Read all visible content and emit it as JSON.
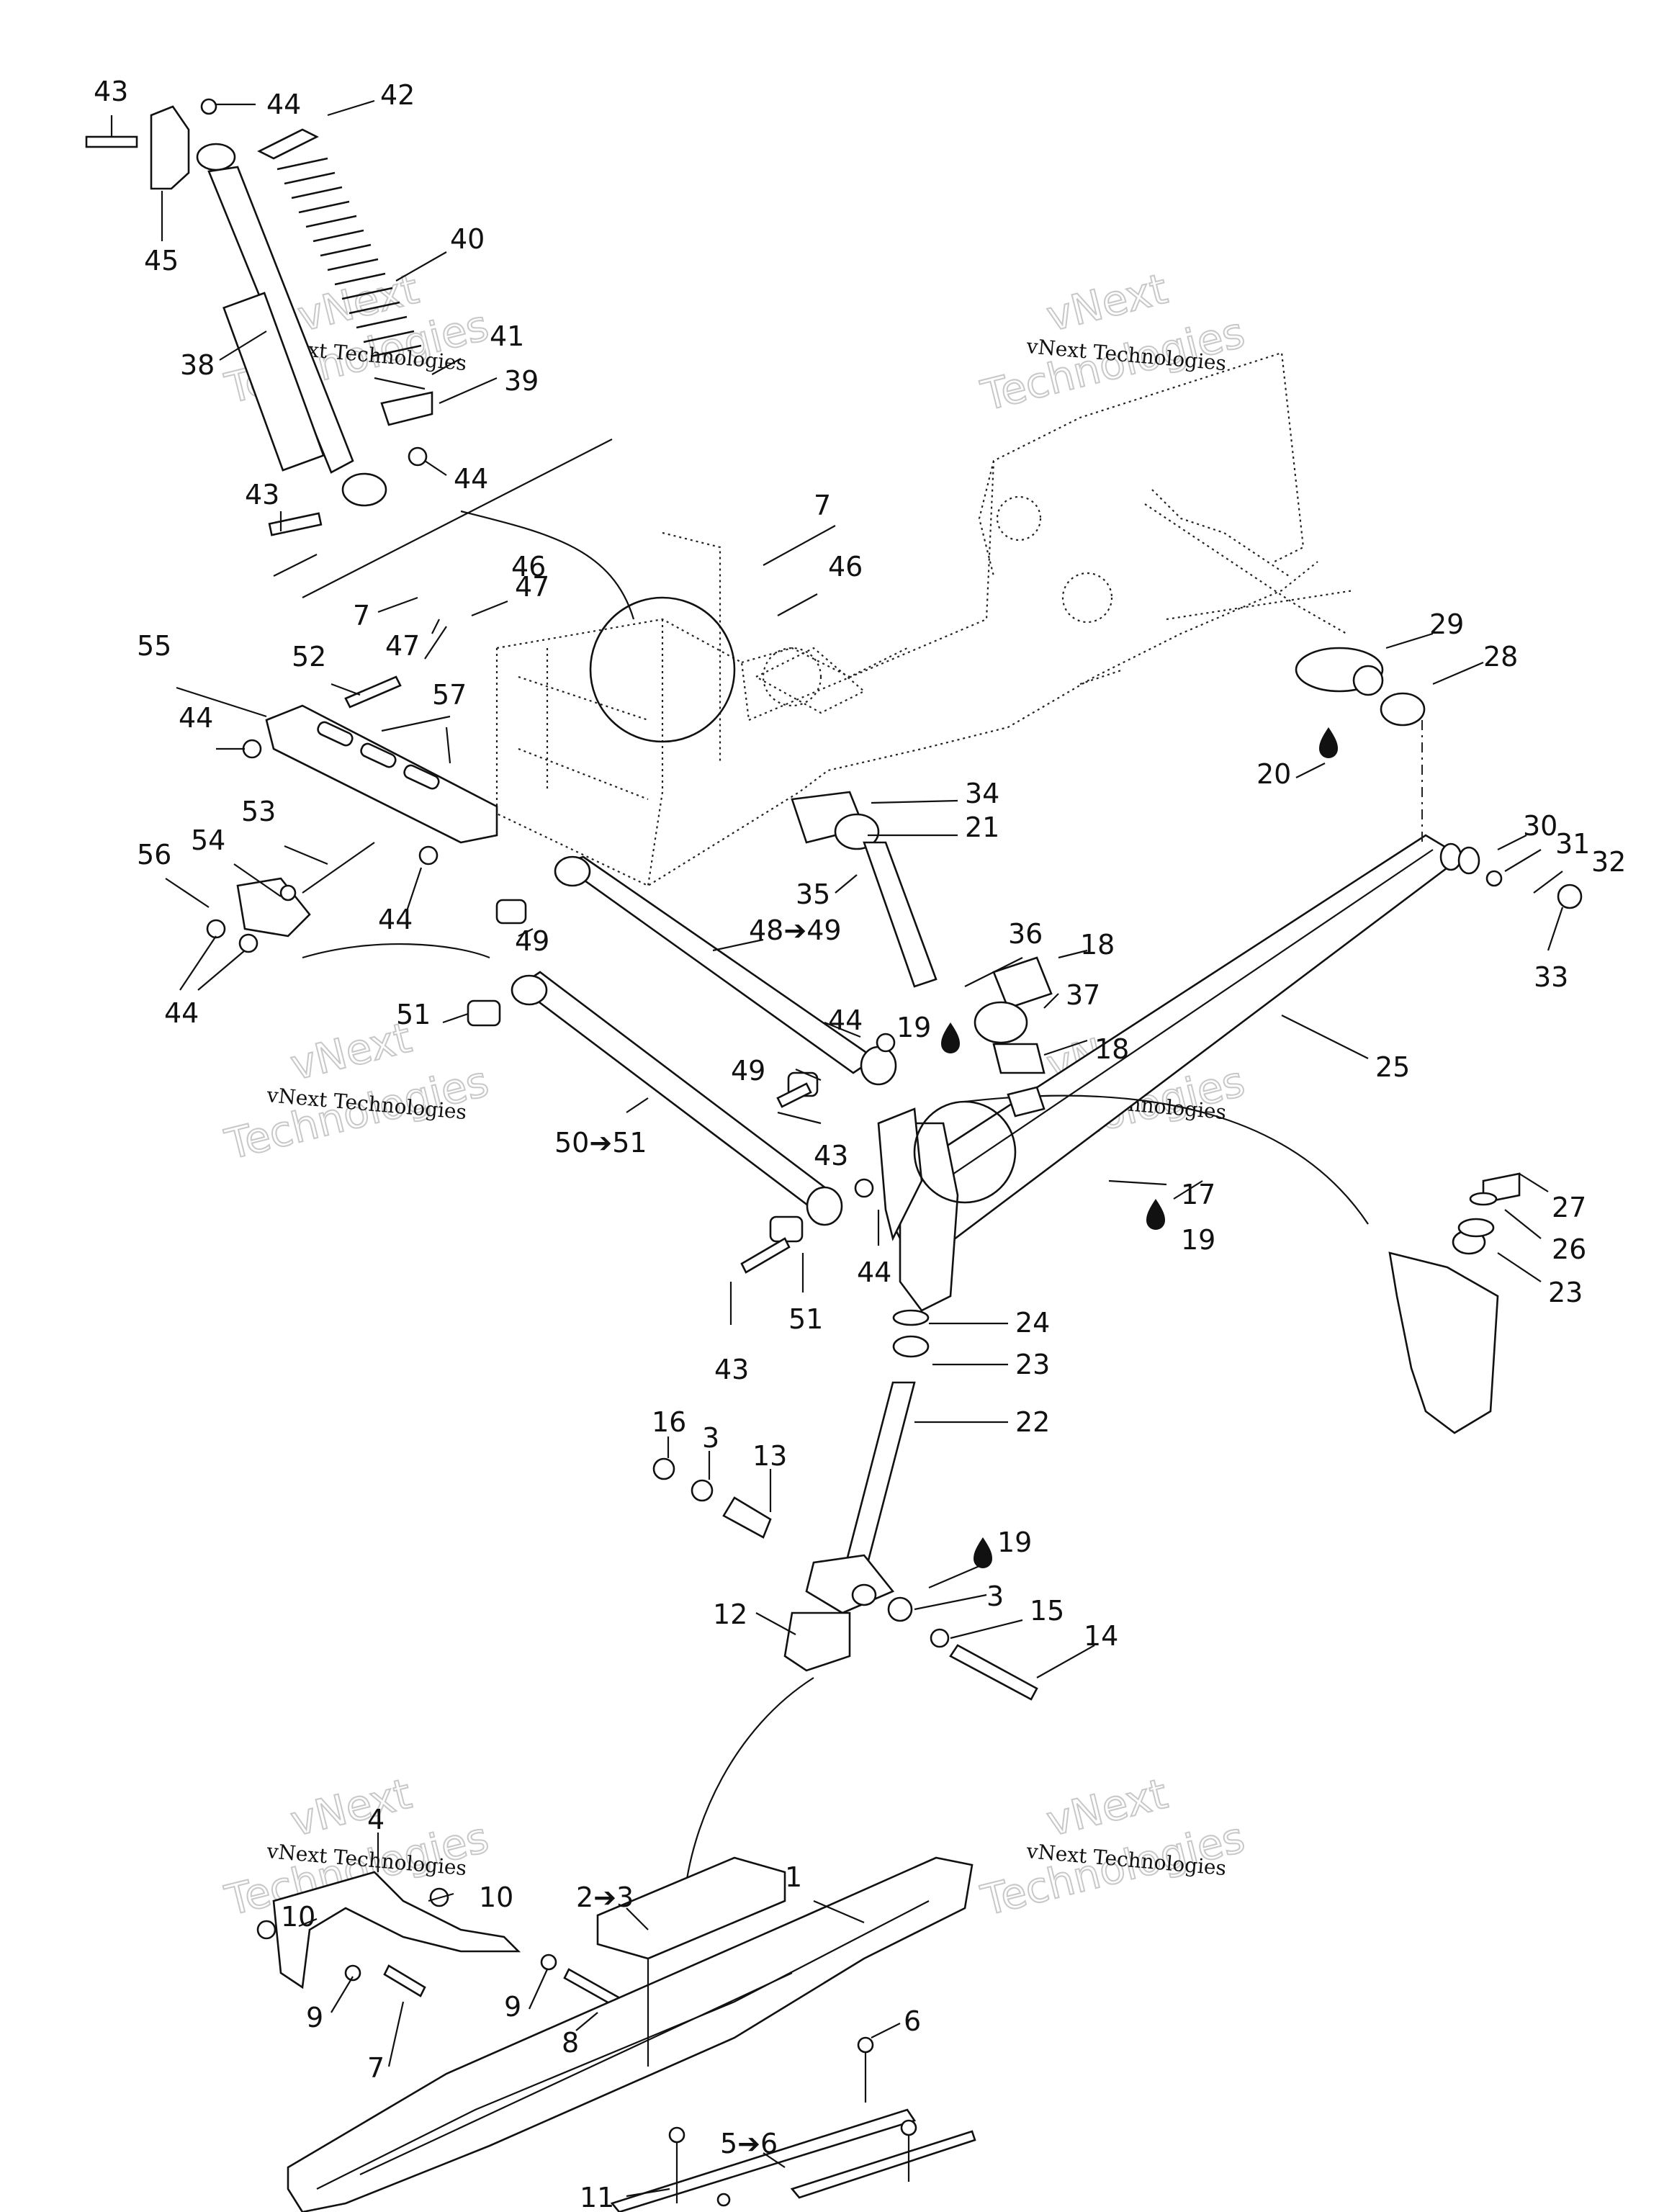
{
  "labels": {
    "l43a": "43",
    "l44a": "44",
    "l42": "42",
    "l45": "45",
    "l40": "40",
    "l38": "38",
    "l41": "41",
    "l39": "39",
    "l43b": "43",
    "l44b": "44",
    "l7a": "7",
    "l46a": "46",
    "l7b": "7",
    "l46b": "46",
    "l47a": "47",
    "l47b": "47",
    "l55": "55",
    "l52": "52",
    "l57": "57",
    "l44c": "44",
    "l29": "29",
    "l28": "28",
    "l20": "20",
    "l34": "34",
    "l21": "21",
    "l53": "53",
    "l54": "54",
    "l56": "56",
    "l44d": "44",
    "l35": "35",
    "l49a": "49",
    "l48_49": "48➔49",
    "l36": "36",
    "l18a": "18",
    "l37": "37",
    "l30": "30",
    "l31": "31",
    "l32": "32",
    "l33": "33",
    "l44e": "44",
    "l51a": "51",
    "l44f": "44",
    "l19a": "19",
    "l18b": "18",
    "l25": "25",
    "l49b": "49",
    "l50_51": "50➔51",
    "l43c": "43",
    "l17": "17",
    "l19b": "19",
    "l27": "27",
    "l26": "26",
    "l23a": "23",
    "l44g": "44",
    "l51b": "51",
    "l43d": "43",
    "l24": "24",
    "l23b": "23",
    "l22": "22",
    "l16": "16",
    "l3a": "3",
    "l13": "13",
    "l19c": "19",
    "l12": "12",
    "l3b": "3",
    "l15": "15",
    "l14": "14",
    "l4": "4",
    "l10a": "10",
    "l10b": "10",
    "l2_3": "2➔3",
    "l1": "1",
    "l9a": "9",
    "l9b": "9",
    "l8": "8",
    "l7c": "7",
    "l6": "6",
    "l5_6": "5➔6",
    "l11": "11"
  },
  "watermark": {
    "line1": "vNext Technologies",
    "line2": "vNext",
    "line3": "Technologies"
  },
  "icons": [
    "oil-drop-icon"
  ]
}
